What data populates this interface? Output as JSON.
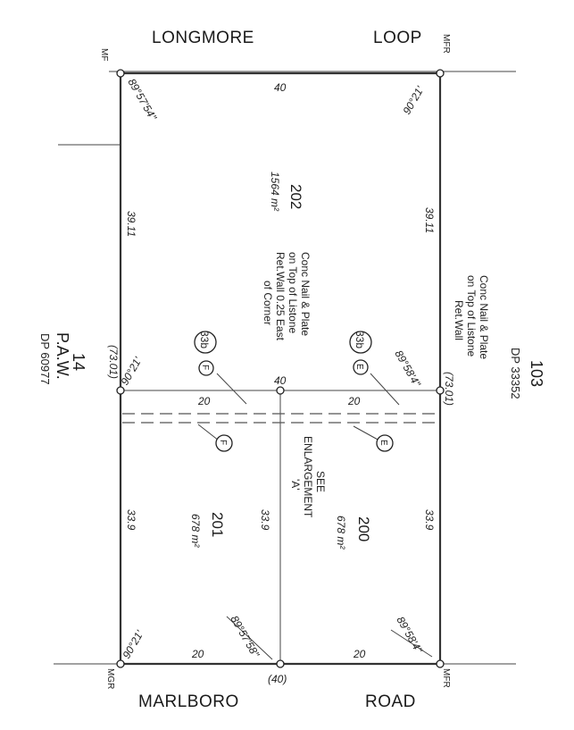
{
  "streets": {
    "top_left": "LONGMORE",
    "top_right": "LOOP",
    "bottom_left": "MARLBORO",
    "bottom_right": "ROAD"
  },
  "corner_marks": {
    "top_left": "MF",
    "top_right": "MFR",
    "bottom_left": "MGR",
    "bottom_right": "MFR"
  },
  "bearings": {
    "top_left": "89°57'54\"",
    "top_right": "90°21'",
    "mid_left": "90°21'",
    "mid_right": "89°58'4\"",
    "bottom_left": "90°21'",
    "bottom_right": "89°58'4\"",
    "bottom_mid": "89°57'58\""
  },
  "distances": {
    "top": "40",
    "middle": "40",
    "left_upper": "39.11",
    "right_upper": "39.11",
    "left_lower": "33.9",
    "mid_lower": "33.9",
    "right_lower": "33.9",
    "mid_left_seg": "20",
    "mid_right_seg": "20",
    "bottom_left_seg": "20",
    "bottom_right_seg": "20",
    "bottom_total": "(40)",
    "left_total": "(73.01)",
    "right_total": "(73.01)"
  },
  "lots": {
    "lot202": {
      "number": "202",
      "area": "1564 m²"
    },
    "lot201": {
      "number": "201",
      "area": "678 m²"
    },
    "lot200": {
      "number": "200",
      "area": "678 m²"
    }
  },
  "notes": {
    "center": [
      "Conc Nail & Plate",
      "on Top of Listone",
      "Ret.Wall 0.25 East",
      "of Corner"
    ],
    "right": [
      "Conc Nail & Plate",
      "on Top of Listone",
      "Ret.Wall"
    ],
    "see": [
      "SEE",
      "ENLARGEMENT",
      "'A'"
    ]
  },
  "callouts": {
    "left_circle": "33b",
    "left_letter": "F",
    "right_circle": "33b",
    "right_letter": "E",
    "lower_left_letter": "F",
    "lower_right_letter": "E"
  },
  "neighbours": {
    "left": [
      "14",
      "P.A.W.",
      "DP 60977"
    ],
    "right": [
      "103",
      "DP 33352"
    ]
  }
}
